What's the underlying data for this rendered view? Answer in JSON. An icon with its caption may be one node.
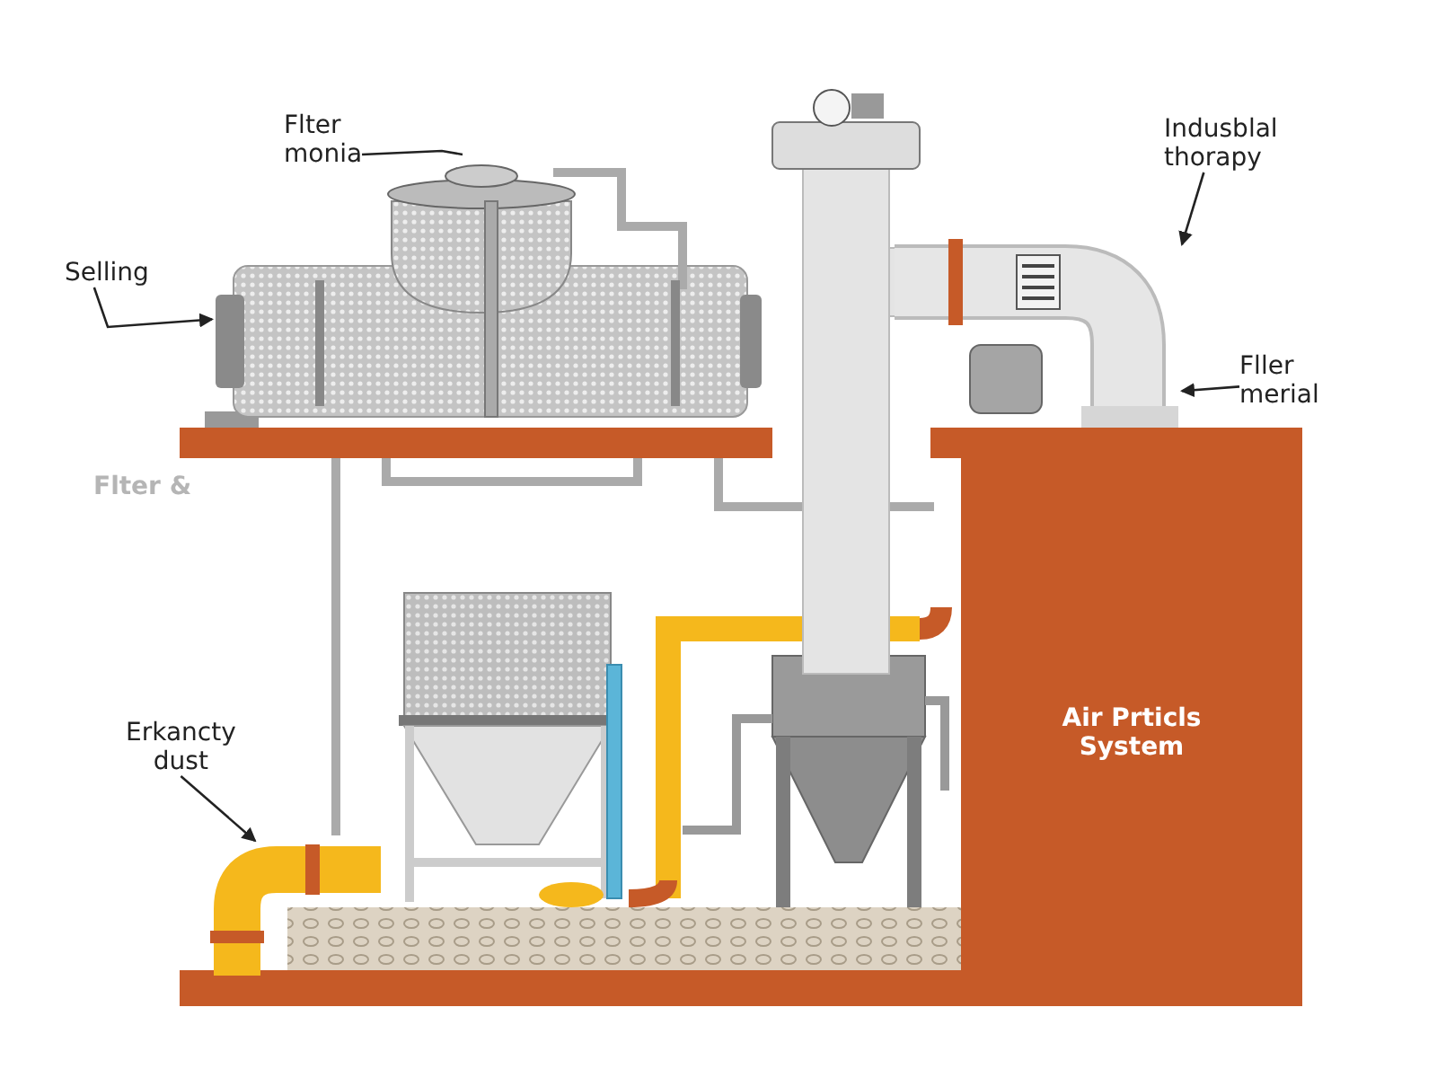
{
  "diagram": {
    "nodes": [
      {
        "text": [
          "Flter monia"
        ]
      },
      {
        "text": [],
        "shape": "picture"
      },
      {
        "text": [
          "Selling"
        ]
      },
      {
        "text": [
          "Indusblal thorapy"
        ]
      },
      {
        "text": [],
        "shape": "picture"
      },
      {
        "text": [
          "Fller merial"
        ]
      },
      {
        "text": [
          "Erkancty dust"
        ]
      },
      {
        "text": [],
        "shape": "picture"
      },
      {
        "text": [
          "Air Prticls System"
        ]
      }
    ],
    "edges": [
      {
        "from": 0,
        "to": 1,
        "arrow": "none"
      },
      {
        "from": 2,
        "to": 1,
        "arrow": "to"
      },
      {
        "from": 3,
        "to": 4,
        "arrow": "to"
      },
      {
        "from": 5,
        "to": 4,
        "arrow": "to"
      },
      {
        "from": 6,
        "to": 7,
        "arrow": "to"
      }
    ],
    "labels": [
      "Flter &"
    ]
  }
}
